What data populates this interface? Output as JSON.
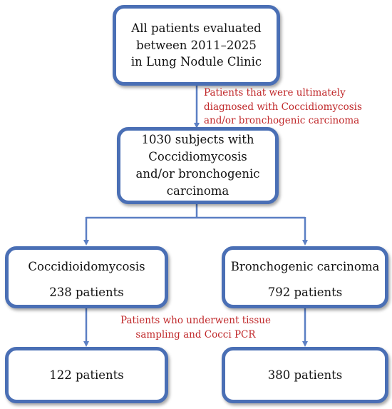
{
  "boxes": {
    "top": {
      "lines": [
        "All patients evaluated",
        "between 2011–2025",
        "in Lung Nodule Clinic"
      ]
    },
    "middle": {
      "lines": [
        "1030 subjects with",
        "Coccidiomycosis",
        "and/or bronchogenic",
        "carcinoma"
      ]
    },
    "left": {
      "title": "Coccidioidomycosis",
      "count": "238 patients"
    },
    "right": {
      "title": "Bronchogenic carcinoma",
      "count": "792 patients"
    },
    "bottom_left": {
      "count": "122 patients"
    },
    "bottom_right": {
      "count": "380 patients"
    }
  },
  "annotations": {
    "diagnosed": {
      "lines": [
        "Patients that were ultimately",
        "diagnosed with Coccidiomycosis",
        "and/or bronchogenic carcinoma"
      ]
    },
    "tissue": {
      "lines": [
        "Patients who underwent tissue",
        "sampling and Cocci PCR"
      ]
    }
  },
  "colors": {
    "box_border": "#4a6fb5",
    "connector": "#5b7fc4",
    "annotation_text": "#c0282a"
  }
}
